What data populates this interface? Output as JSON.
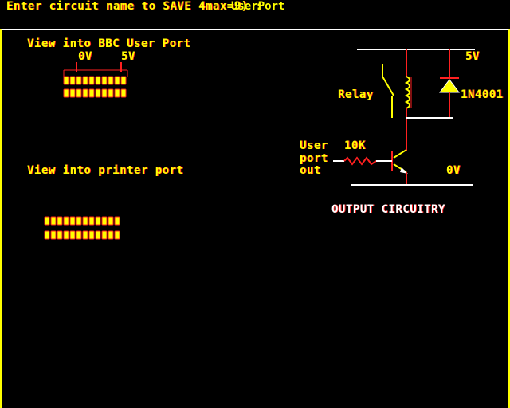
{
  "prompt": {
    "text": "Enter circuit name to SAVE 4max=9) :",
    "value": "UserPort"
  },
  "bbc_port": {
    "title": "View into BBC User Port",
    "label_0v": "0V",
    "label_5v": "5V"
  },
  "printer_port": {
    "title": "View into printer port"
  },
  "circuit": {
    "label_5v_top": "5V",
    "label_relay": "Relay",
    "label_diode": "1N4001",
    "label_user": "User",
    "label_port": "port",
    "label_out": "out",
    "label_resistor": "10K",
    "label_0v": "0V",
    "caption": "OUTPUT CIRCUITRY"
  },
  "colors": {
    "background": "#000000",
    "text": "#ffff00",
    "accent": "#ff2020",
    "line": "#ffffff"
  }
}
